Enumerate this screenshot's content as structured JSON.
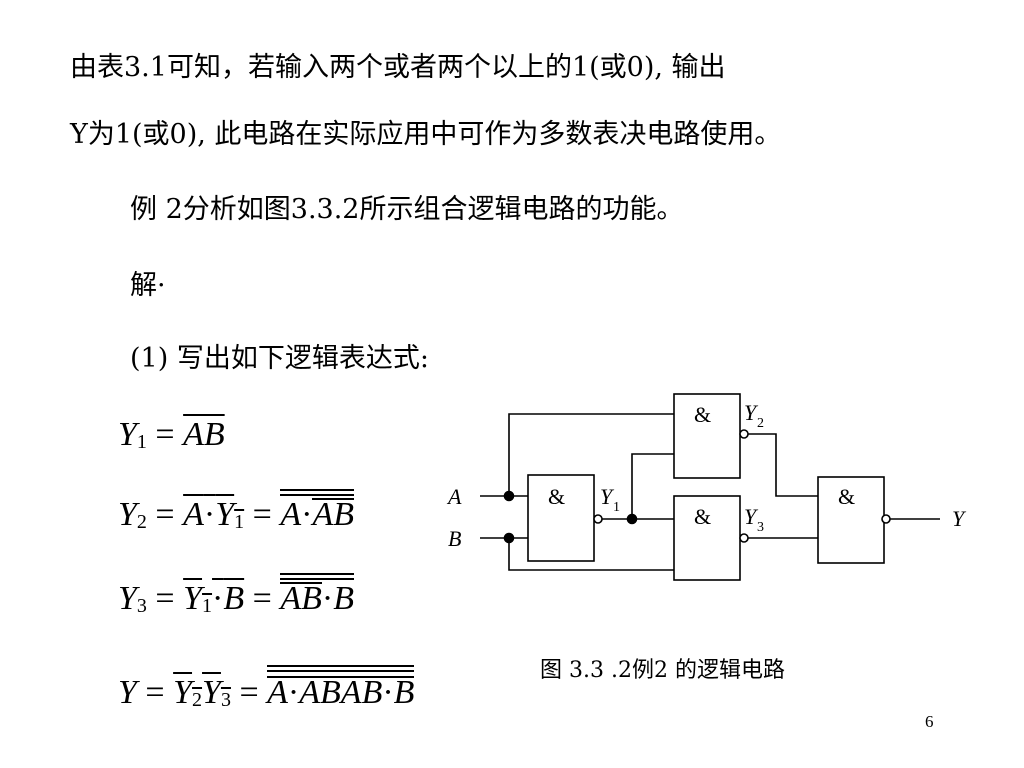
{
  "text": {
    "line1": "由表3.1可知，若输入两个或者两个以上的1(或0), 输出",
    "line2": "Y为1(或0), 此电路在实际应用中可作为多数表决电路使用。",
    "line3": "例 2分析如图3.3.2所示组合逻辑电路的功能。",
    "line4": "解·",
    "line5": "(1) 写出如下逻辑表达式:"
  },
  "equations": {
    "y": "Y",
    "sub1": "1",
    "sub2": "2",
    "sub3": "3",
    "a": "A",
    "b": "B",
    "ab": "AB",
    "eq": "=",
    "dot": "·"
  },
  "circuit": {
    "and_symbol": "&",
    "input_a": "A",
    "input_b": "B",
    "output_y": "Y",
    "y_letter": "Y",
    "sub1": "1",
    "sub2": "2",
    "sub3": "3"
  },
  "caption": "图 3.3 .2例2 的逻辑电路",
  "page_number": "6"
}
